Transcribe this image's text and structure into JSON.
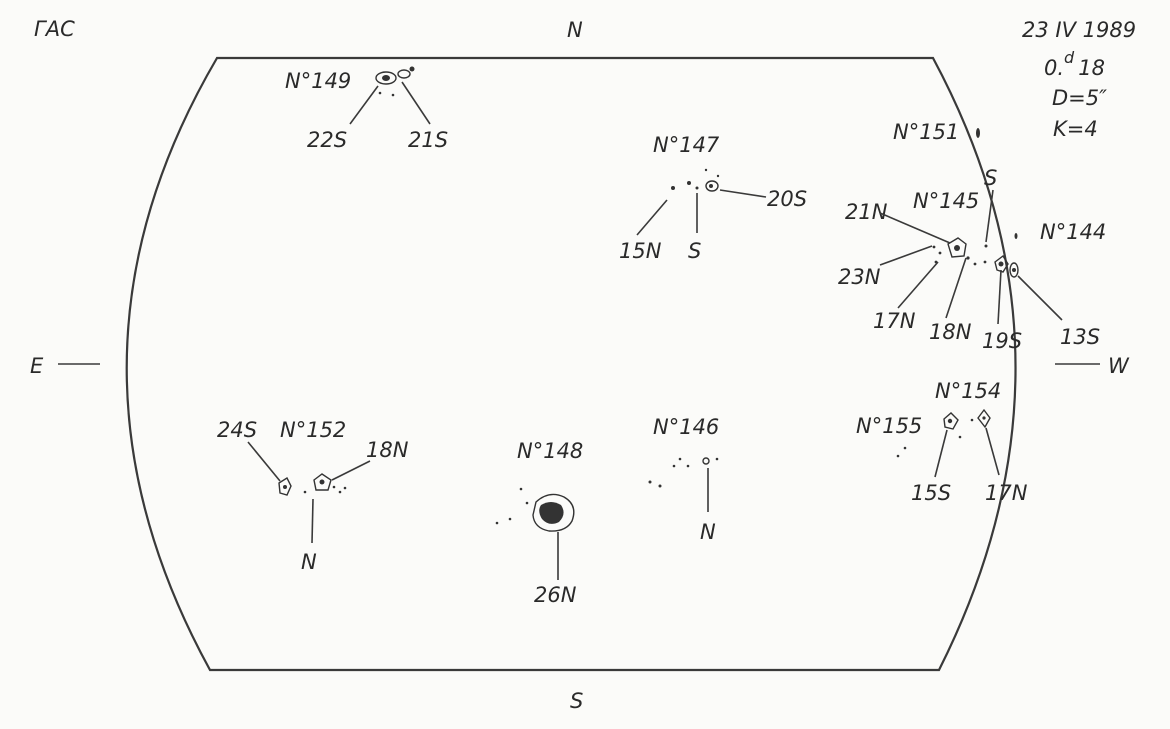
{
  "header": {
    "observatory": "ГАС",
    "date": "23 IV 1989",
    "time_main": "0.",
    "time_sup": "d",
    "time_rest": "18",
    "diameter": "D=5″",
    "quality": "K=4"
  },
  "compass": {
    "north": "N",
    "south": "S",
    "east": "E",
    "west": "W"
  },
  "groups": {
    "g149": {
      "number": "N°149",
      "polarity": [
        "22S",
        "21S"
      ]
    },
    "g147": {
      "number": "N°147",
      "polarity": [
        "20S",
        "15N",
        "S"
      ]
    },
    "g151": {
      "number": "N°151"
    },
    "g145": {
      "number": "N°145",
      "polarity": [
        "S",
        "21N",
        "23N",
        "17N",
        "18N",
        "19S"
      ]
    },
    "g144": {
      "number": "N°144",
      "polarity": [
        "13S"
      ]
    },
    "g152": {
      "number": "N°152",
      "polarity": [
        "24S",
        "18N",
        "N"
      ]
    },
    "g148": {
      "number": "N°148",
      "polarity": [
        "26N"
      ]
    },
    "g146": {
      "number": "N°146",
      "polarity": [
        "N"
      ]
    },
    "g154": {
      "number": "N°154",
      "polarity": [
        "17N"
      ]
    },
    "g155": {
      "number": "N°155",
      "polarity": [
        "15S"
      ]
    }
  }
}
